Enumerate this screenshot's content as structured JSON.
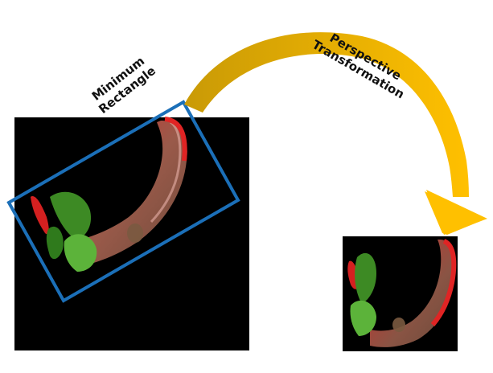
{
  "labels": {
    "step1": [
      "Minimum",
      "Rectangle"
    ],
    "step2": [
      "Perspective",
      "Transformation"
    ]
  },
  "colors": {
    "background": "#000000",
    "box_outline": "#1b6fb8",
    "arrow_dark": "#c99a06",
    "arrow_light": "#ffc000",
    "stem_red": "#c8272a",
    "leaf_green": "#4a9a2c"
  },
  "panels": {
    "source": "source-image",
    "result": "transformed-image"
  }
}
